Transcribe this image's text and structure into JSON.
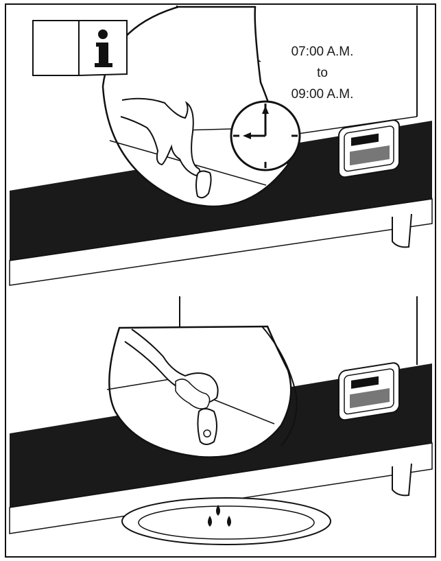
{
  "schedule": {
    "start": "07:00 A.M.",
    "connector": "to",
    "end": "09:00 A.M."
  },
  "icons": {
    "manual": "manual-info-icon",
    "clock": "clock-icon",
    "drops": "water-drop-icon"
  },
  "colors": {
    "ink": "#111111",
    "panel": "#1a1a1a",
    "paper": "#ffffff"
  }
}
